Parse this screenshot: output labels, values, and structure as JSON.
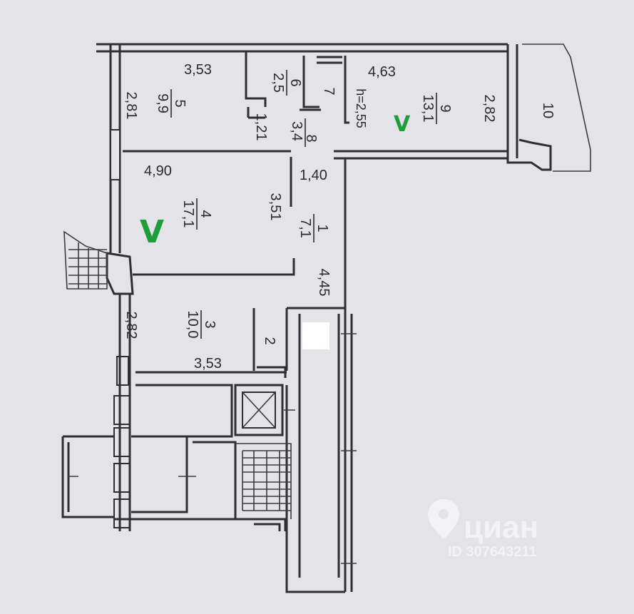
{
  "rooms": {
    "r5": {
      "number": "5",
      "area": "9,9",
      "width": "3,53",
      "depth": "2,81"
    },
    "r6": {
      "number": "6",
      "area": "2,5",
      "dim": "1,21"
    },
    "r7": {
      "number": "7"
    },
    "r8": {
      "number": "8",
      "area": "3,4",
      "dim": "1,40"
    },
    "r9": {
      "number": "9",
      "area": "13,1",
      "width": "4,63",
      "height_note": "h=2,55",
      "depth": "2,82"
    },
    "r10": {
      "number": "10"
    },
    "r4": {
      "number": "4",
      "area": "17,1",
      "width": "4,90",
      "depth": "3,51"
    },
    "r1": {
      "number": "1",
      "area": "7,1",
      "length": "4,45"
    },
    "r3": {
      "number": "3",
      "area": "10,0",
      "width": "3,53",
      "depth": "2,82"
    },
    "r2": {
      "number": "2"
    }
  },
  "marks": {
    "check_symbol": "V",
    "check_color": "#1e9e3a"
  },
  "watermark": {
    "brand": "циан",
    "id_text": "ID 307643211"
  }
}
